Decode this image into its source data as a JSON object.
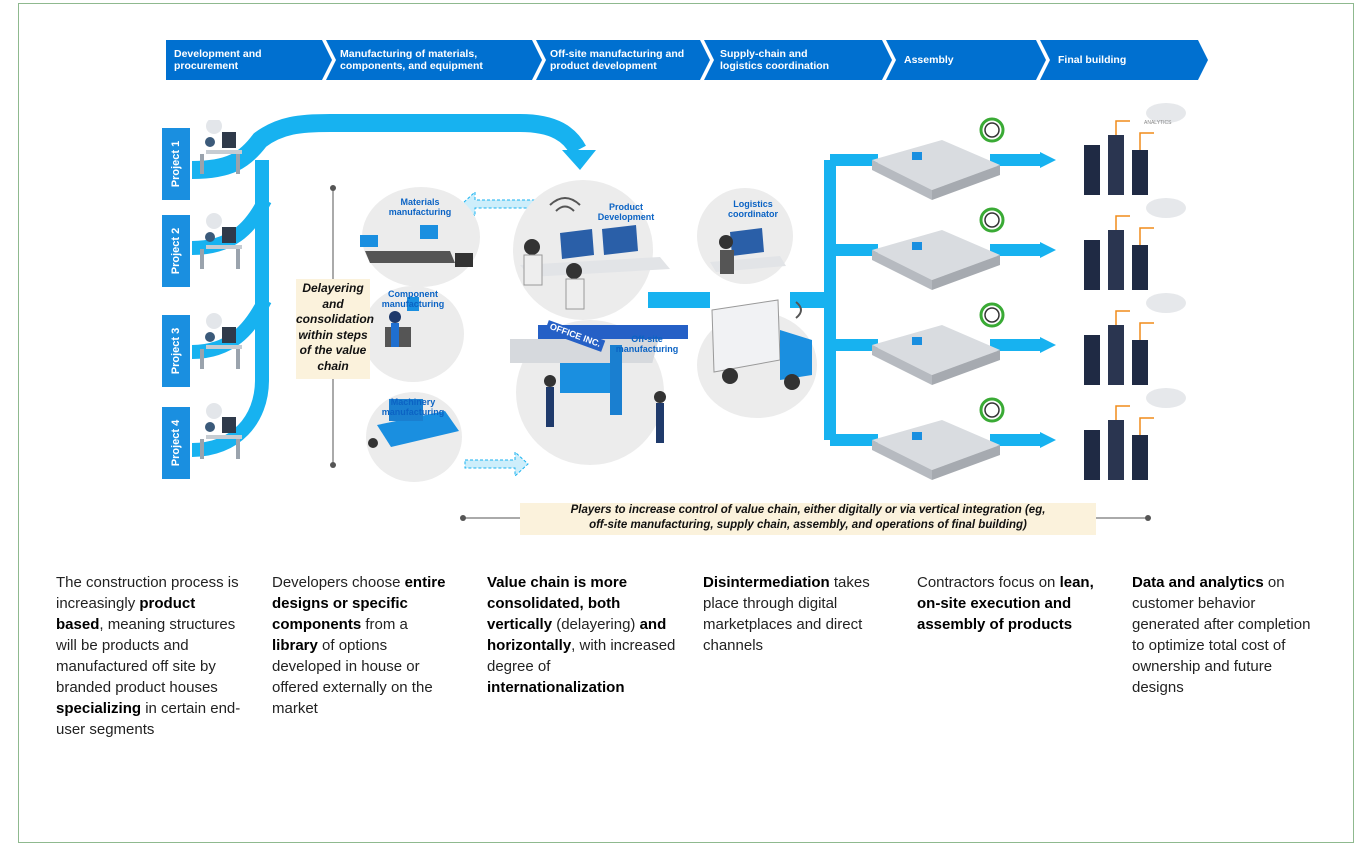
{
  "chain_steps": [
    {
      "line1": "Development and",
      "line2": "procurement"
    },
    {
      "line1": "Manufacturing of materials,",
      "line2": "components, and equipment"
    },
    {
      "line1": "Off-site manufacturing and",
      "line2": "product development"
    },
    {
      "line1": "Supply-chain and",
      "line2": "logistics coordination"
    },
    {
      "line1": "Assembly",
      "line2": ""
    },
    {
      "line1": "Final building",
      "line2": ""
    }
  ],
  "projects": [
    "Project 1",
    "Project 2",
    "Project 3",
    "Project 4"
  ],
  "nodes": {
    "materials": {
      "line1": "Materials",
      "line2": "manufacturing"
    },
    "component": {
      "line1": "Component",
      "line2": "manufacturing"
    },
    "machinery": {
      "line1": "Machinery",
      "line2": "manufacturing"
    },
    "product_dev": {
      "line1": "Product",
      "line2": "Development"
    },
    "offsite": {
      "line1": "Off-site",
      "line2": "manufacturing"
    },
    "logistics": {
      "line1": "Logistics",
      "line2": "coordinator"
    },
    "factory_sign": "OFFICE INC.",
    "analytics_label": "ANALYTICS"
  },
  "callouts": {
    "delayering": [
      "Delayering",
      "and",
      "consolidation",
      "within steps",
      "of the value",
      "chain"
    ],
    "players": [
      "Players to increase control of value chain, either digitally or via vertical integration (eg,",
      "off-site manufacturing, supply chain, assembly, and operations of final building)"
    ]
  },
  "descriptions": {
    "d1": {
      "a": "The construction process is increasingly ",
      "b": "product based",
      "c": ", meaning structures will be products and manufactured off site by branded product houses ",
      "d": "specializing",
      "e": " in certain end-user segments"
    },
    "d2": {
      "a": "Developers choose ",
      "b": "entire designs or specific components",
      "c": " from a ",
      "d": "library",
      "e": " of options developed in house or offered externally on the market"
    },
    "d3": {
      "a": "Value chain is more consolidated, both vertically",
      "b": " (delayering) ",
      "c": "and horizontally",
      "d": ", with increased degree of ",
      "e": "internationalization"
    },
    "d4": {
      "a": "Disintermediation",
      "b": " takes place through digital marketplaces and direct channels"
    },
    "d5": {
      "a": "Contractors focus on ",
      "b": "lean, on-site execution and assembly of products"
    },
    "d6": {
      "a": "Data and analytics",
      "b": " on customer behavior generated after completion to optimize total cost of ownership and future designs"
    }
  },
  "colors": {
    "primary_blue": "#0070d0",
    "flow_blue": "#17b2f0",
    "project_blue": "#1a8fe0",
    "callout_bg": "#fbf2dc",
    "label_blue": "#0b63c4"
  }
}
